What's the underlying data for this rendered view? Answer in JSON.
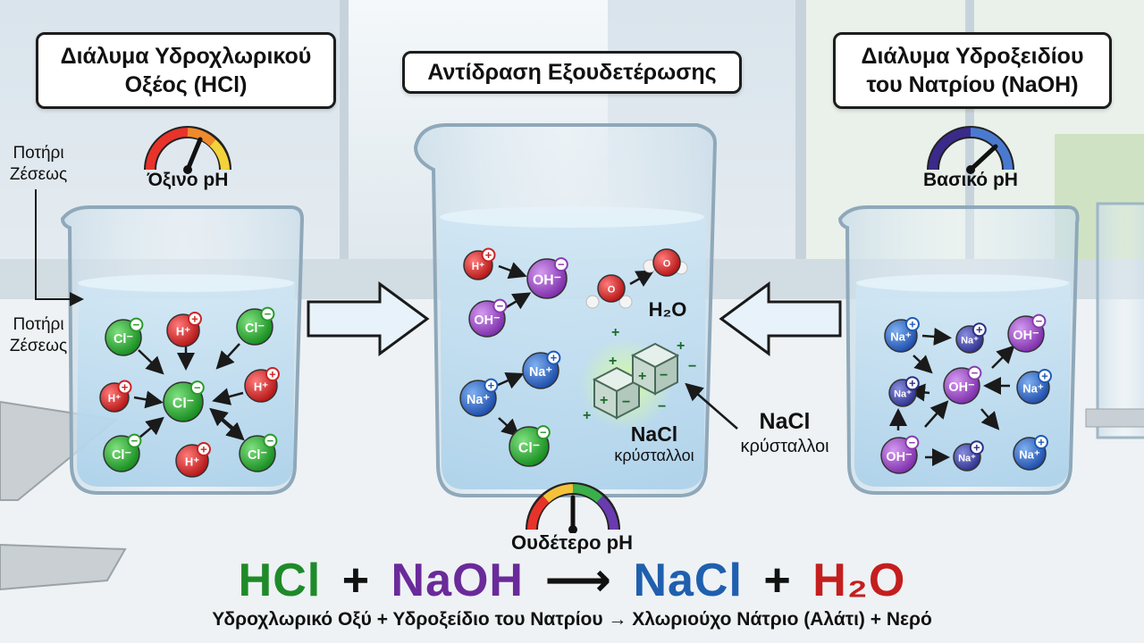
{
  "titles": {
    "acid": [
      "Διάλυμα Υδροχλωρικού",
      "Οξέος (HCl)"
    ],
    "reaction": "Αντίδραση Εξουδετέρωσης",
    "base": [
      "Διάλυμα Υδροξειδίου",
      "του Νατρίου (NaOH)"
    ]
  },
  "labels": {
    "beaker_top": [
      "Ποτήρι",
      "Ζέσεως"
    ],
    "beaker_mid": [
      "Ποτήρι",
      "Ζέσεως"
    ],
    "acid_ph": "Όξινο pH",
    "base_ph": "Βασικό pH",
    "neutral_ph": "Ουδέτερο pH",
    "water": "H₂O",
    "nacl_center": [
      "NaCl",
      "κρύσταλλοι"
    ],
    "nacl_right": [
      "NaCl",
      "κρύσταλλοι"
    ]
  },
  "ions": {
    "cl": "Cl⁻",
    "h": "H⁺",
    "oh": "OH⁻",
    "na": "Na⁺",
    "h_center": "H⁺",
    "o": "O"
  },
  "equation": {
    "hcl": "HCl",
    "plus1": "+",
    "naoh": "NaOH",
    "arrow": "⟶",
    "nacl": "NaCl",
    "plus2": "+",
    "h2o": "H₂O"
  },
  "caption": "Υδροχλωρικό Οξύ + Υδροξείδιο του Νατρίου → Χλωριούχο Νάτριο (Αλάτι) + Νερό",
  "colors": {
    "hcl": "#1f8a2a",
    "naoh": "#6a2a9a",
    "nacl": "#1f5fae",
    "h2o": "#c41e1e",
    "cl_ion": "#2a9a2a",
    "h_ion": "#cc2222",
    "oh_ion": "#8a3ab0",
    "na_ion": "#1e5bb8",
    "acid_gauge": "#e8552a",
    "base_gauge": "#3a4fb0"
  }
}
